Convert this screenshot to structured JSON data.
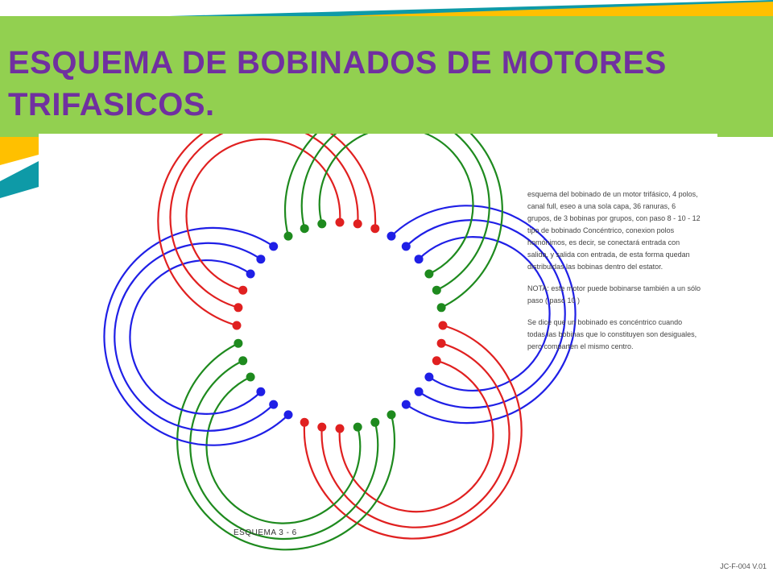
{
  "slide": {
    "title": "ESQUEMA DE BOBINADOS DE MOTORES TRIFASICOS.",
    "doc_code": "JC-F-004 V.01"
  },
  "colors": {
    "title_bar": "#92d050",
    "title_text": "#7030a0",
    "accent_teal": "#0e9aa7",
    "accent_yellow": "#ffc000",
    "phase_u": "#1f1fe6",
    "phase_v": "#e02020",
    "phase_w": "#1e8a1e"
  },
  "figure": {
    "caption": "ESQUEMA 3 - 6",
    "description": [
      "esquema del bobinado de un motor trifásico, 4 polos, canal full, eseo a una sola capa, 36 ranuras, 6 grupos, de 3 bobinas por grupos, con paso 8 - 10 - 12 tipo de bobinado Concéntrico, conexion polos homónimos, es decir, se conectará entrada con salida, y salida con entrada, de esta forma quedan distribuidas las bobinas dentro del estator.",
      "NOTA: este motor puede bobinarse también a un sólo paso ( paso 10 )",
      "Se dice que un bobinado es concéntrico cuando todas las bobinas que lo constituyen son desiguales, pero comparten el mismo centro."
    ]
  }
}
